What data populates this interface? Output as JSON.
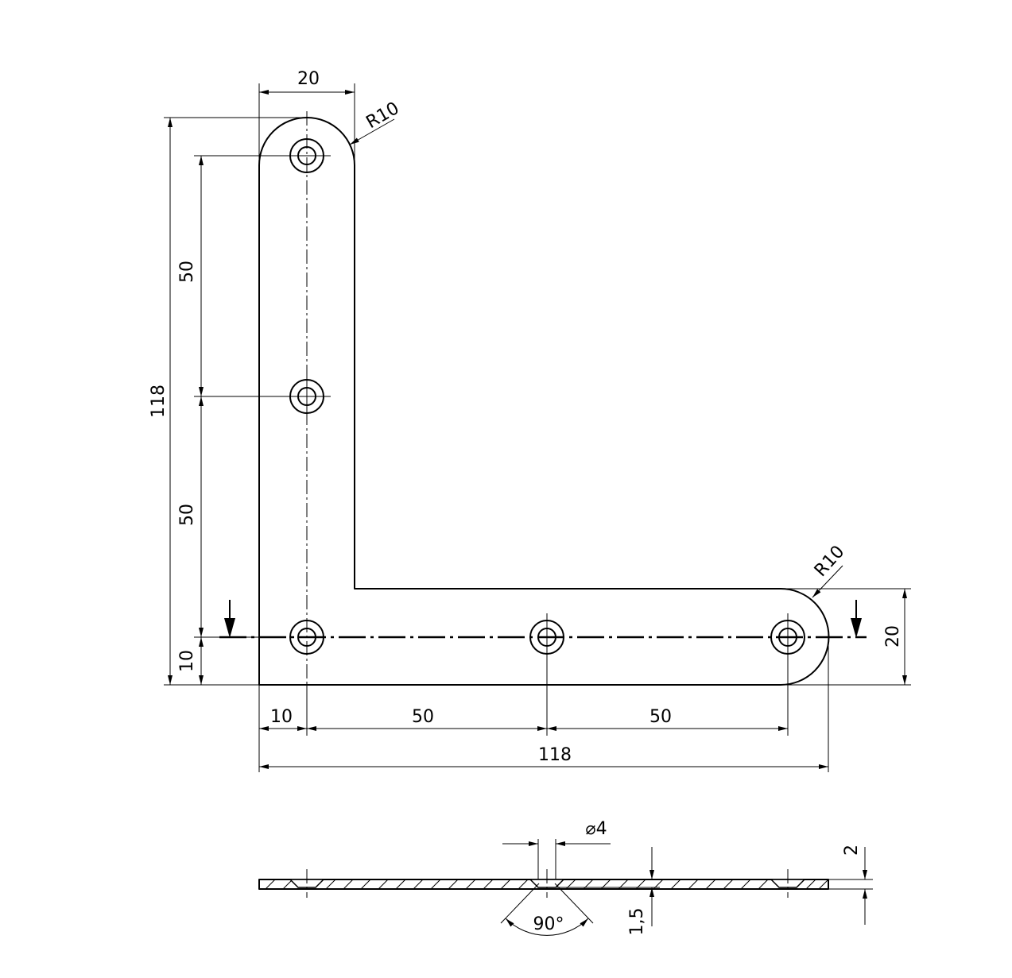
{
  "dimensions": {
    "top_width": "20",
    "radius_top": "R10",
    "radius_right": "R10",
    "height_total": "118",
    "spacing_upper": "50",
    "spacing_lower": "50",
    "edge_offset_vertical": "10",
    "edge_offset_horizontal": "10",
    "spacing_left": "50",
    "spacing_right": "50",
    "width_total": "118",
    "arm_height": "20",
    "hole_diameter": "⌀4",
    "thickness": "2",
    "countersink_depth": "1,5",
    "countersink_angle": "90°"
  }
}
